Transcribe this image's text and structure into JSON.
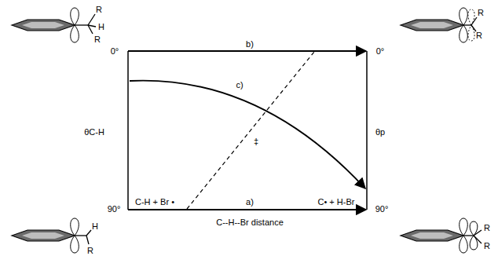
{
  "diagram": {
    "labels": [
      "R",
      "H",
      "R",
      "R",
      "R",
      "0°",
      "θC-H",
      "90°",
      "0°",
      "θp",
      "90°",
      "b)",
      "c)",
      "‡",
      "a)",
      "C-H + Br •",
      "C• + H-Br",
      "C--H--Br distance",
      "H",
      "R",
      "R",
      "R"
    ]
  }
}
